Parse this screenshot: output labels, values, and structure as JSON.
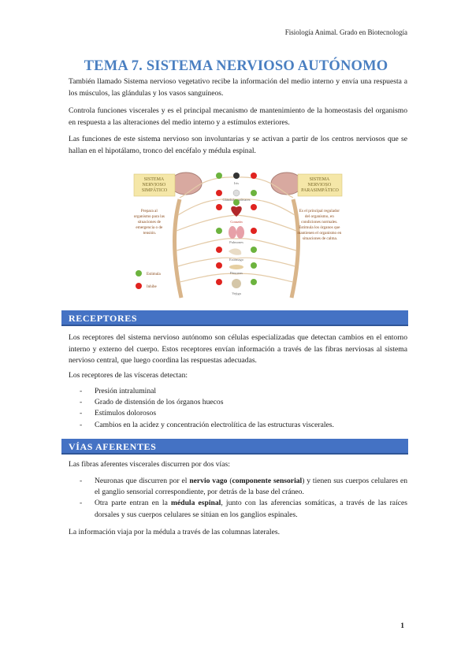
{
  "header": {
    "course": "Fisiología Animal. Grado en Biotecnología"
  },
  "title": "TEMA 7. SISTEMA NERVIOSO AUTÓNOMO",
  "intro": {
    "p1": "También llamado Sistema nervioso vegetativo recibe la información del medio interno y envía una respuesta a los músculos, las glándulas y los vasos sanguíneos.",
    "p2": "Controla funciones viscerales y es el principal mecanismo de mantenimiento de la homeostasis del organismo en respuesta a las alteraciones del medio interno y a estímulos exteriores.",
    "p3": "Las funciones de este sistema nervioso son involuntarias y se activan a partir de los centros nerviosos que se hallan en el hipotálamo, tronco del encéfalo y médula espinal."
  },
  "diagram": {
    "left_title": [
      "SISTEMA",
      "NERVIOSO",
      "SIMPÁTICO"
    ],
    "right_title": [
      "SISTEMA",
      "NERVIOSO",
      "PARASIMPÁTICO"
    ],
    "left_desc": [
      "Prepara al",
      "organismo para las",
      "situaciones de",
      "emergencia o de",
      "tensión."
    ],
    "right_desc": [
      "Es el principal regulador",
      "del organismo, en",
      "condiciones normales.",
      "Estimula los órganos que",
      "mantienen el organismo en",
      "situaciones de calma."
    ],
    "organs": [
      "Iris",
      "Glándulas salivares",
      "Corazón",
      "Pulmones",
      "Estómago",
      "Páncreas",
      "Vejiga"
    ],
    "legend_stimulate": "Estimula",
    "legend_inhibit": "Inhibe",
    "colors": {
      "stimulate": "#6cb33e",
      "inhibit": "#e0231f",
      "title_box": "#f5e7a8",
      "title_text": "#7a6a2c",
      "desc_text": "#8a4a1a",
      "ring": "#d9b58a"
    }
  },
  "receptores": {
    "heading": "RECEPTORES",
    "p1": "Los receptores del sistema nervioso autónomo son células especializadas que detectan cambios en el entorno interno y externo del cuerpo. Estos receptores envían información a través de las fibras nerviosas al sistema nervioso central, que luego coordina las respuestas adecuadas.",
    "p2": "Los receptores de las vísceras detectan:",
    "items": [
      "Presión intraluminal",
      "Grado de distensión de los órganos huecos",
      "Estímulos dolorosos",
      "Cambios en la acidez y concentración electrolítica de las estructuras viscerales."
    ]
  },
  "vias": {
    "heading": "VÍAS AFERENTES",
    "p1": "Las fibras aferentes viscerales discurren por dos vías:",
    "item1": {
      "pre": "Neuronas que discurren por el ",
      "b1": "nervio vago",
      "mid1": " (",
      "b2": "componente sensorial",
      "post": ") y tienen sus cuerpos celulares en el ganglio sensorial correspondiente, por detrás de la base del cráneo."
    },
    "item2": {
      "pre": "Otra parte entran en la ",
      "b1": "médula espinal",
      "post": ", junto con las aferencias somáticas, a través de las raíces dorsales y sus cuerpos celulares se sitúan en los ganglios espinales."
    },
    "p2": "La información viaja por la médula a través de las columnas laterales."
  },
  "page_number": "1",
  "dash": "-"
}
